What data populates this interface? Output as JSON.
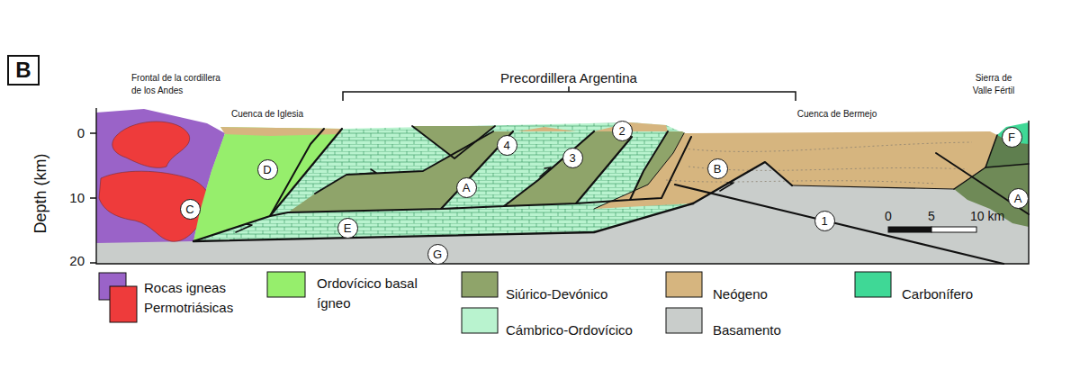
{
  "diagram": {
    "nodes": [
      {
        "text": [
          "B"
        ]
      },
      {
        "text": [
          "2"
        ]
      },
      {
        "text": [
          "F"
        ]
      },
      {
        "text": [
          "4"
        ]
      },
      {
        "text": [
          "3"
        ]
      },
      {
        "text": [
          "D"
        ]
      },
      {
        "text": [
          "B"
        ]
      },
      {
        "text": [
          "A"
        ]
      },
      {
        "text": [
          "A"
        ]
      },
      {
        "text": [
          "C"
        ]
      },
      {
        "text": [
          "E"
        ]
      },
      {
        "text": [
          "1"
        ]
      },
      {
        "text": [
          "G"
        ]
      }
    ],
    "labels": [
      "Frontal de la cordillera de los Andes",
      "Precordillera Argentina",
      "Sierra de Valle Fértil",
      "Cuenca de Iglesia",
      "Cuenca de Bermejo",
      "Depth (km)",
      "0",
      "10",
      "20",
      "0",
      "5",
      "10 km"
    ],
    "legend": [
      {
        "text": "Rocas igneas Permotriásicas",
        "color": "#9a63c8"
      },
      {
        "text": "Ordovícico basal ígneo",
        "color": "#96ee6c"
      },
      {
        "text": "Siúrico-Devónico",
        "color": "#8fa46a"
      },
      {
        "text": "Cámbrico-Ordovícico",
        "color": "#b9f3cf"
      },
      {
        "text": "Neógeno",
        "color": "#d6b57f"
      },
      {
        "text": "Basamento",
        "color": "#c9cdcb"
      },
      {
        "text": "Carbonífero",
        "color": "#3fd896"
      }
    ]
  }
}
